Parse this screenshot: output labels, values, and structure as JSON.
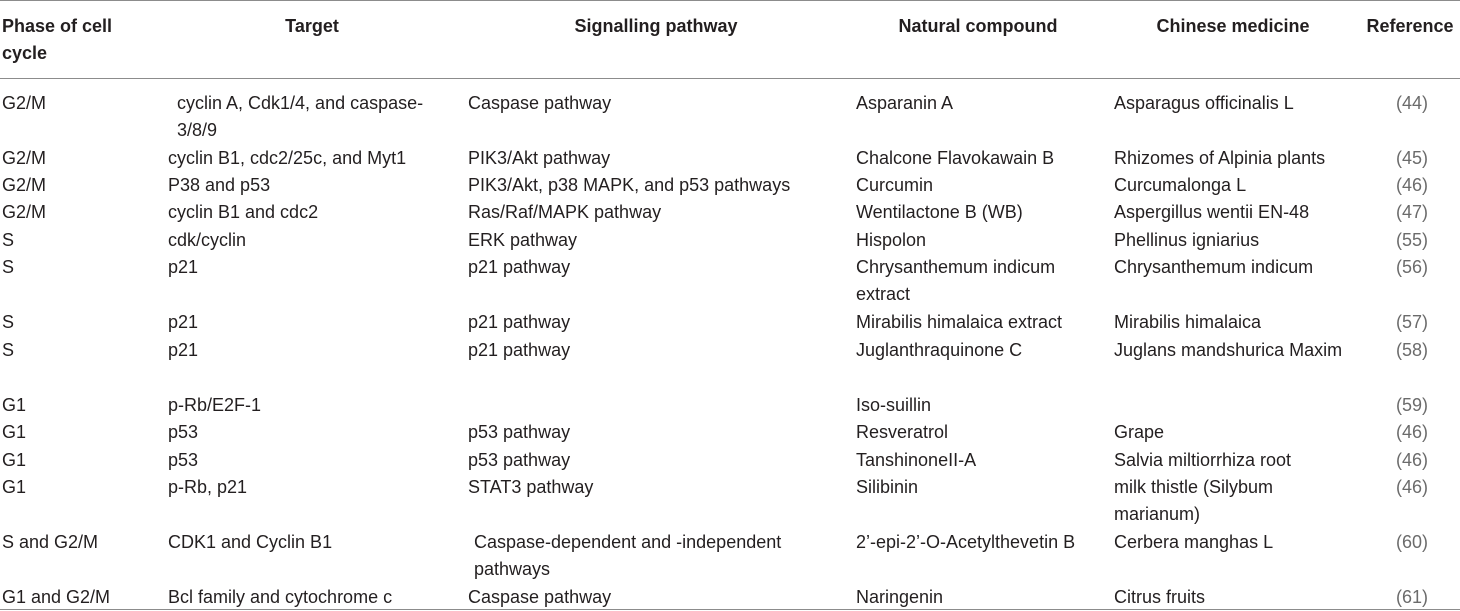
{
  "headers": [
    "Phase of cell cycle",
    "Target",
    "Signalling pathway",
    "Natural compound",
    "Chinese medicine",
    "Reference"
  ],
  "rows": [
    {
      "phase": "G2/M",
      "target": "cyclin A, Cdk1/4, and caspase-3/8/9",
      "pathway": "Caspase pathway",
      "compound": "Asparanin A",
      "medicine": "Asparagus officinalis L",
      "ref": "(44)"
    },
    {
      "phase": "G2/M",
      "target": "cyclin B1, cdc2/25c, and Myt1",
      "pathway": "PIK3/Akt pathway",
      "compound": "Chalcone Flavokawain B",
      "medicine": "Rhizomes of Alpinia plants",
      "ref": "(45)"
    },
    {
      "phase": "G2/M",
      "target": "P38 and p53",
      "pathway": "PIK3/Akt, p38 MAPK, and p53 pathways",
      "compound": "Curcumin",
      "medicine": "Curcumalonga L",
      "ref": "(46)"
    },
    {
      "phase": "G2/M",
      "target": "cyclin B1 and cdc2",
      "pathway": "Ras/Raf/MAPK pathway",
      "compound": "Wentilactone B (WB)",
      "medicine": "Aspergillus wentii EN-48",
      "ref": "(47)"
    },
    {
      "phase": "S",
      "target": "cdk/cyclin",
      "pathway": "ERK pathway",
      "compound": "Hispolon",
      "medicine": "Phellinus igniarius",
      "ref": "(55)"
    },
    {
      "phase": "S",
      "target": "p21",
      "pathway": "p21 pathway",
      "compound": "Chrysanthemum indicum extract",
      "medicine": "Chrysanthemum indicum",
      "ref": "(56)"
    },
    {
      "phase": "S",
      "target": "p21",
      "pathway": "p21 pathway",
      "compound": "Mirabilis himalaica extract",
      "medicine": "Mirabilis himalaica",
      "ref": "(57)"
    },
    {
      "phase": "S",
      "target": "p21",
      "pathway": "p21 pathway",
      "compound": "Juglanthraquinone C",
      "medicine": "Juglans mandshurica Maxim",
      "ref": "(58)"
    },
    {
      "phase": "G1",
      "target": "p-Rb/E2F-1",
      "pathway": "",
      "compound": "Iso-suillin",
      "medicine": "",
      "ref": "(59)"
    },
    {
      "phase": "G1",
      "target": "p53",
      "pathway": "p53 pathway",
      "compound": "Resveratrol",
      "medicine": "Grape",
      "ref": "(46)"
    },
    {
      "phase": "G1",
      "target": "p53",
      "pathway": "p53 pathway",
      "compound": "TanshinoneII-A",
      "medicine": "Salvia miltiorrhiza root",
      "ref": "(46)"
    },
    {
      "phase": "G1",
      "target": "p-Rb, p21",
      "pathway": "STAT3 pathway",
      "compound": "Silibinin",
      "medicine": "milk thistle (Silybum marianum)",
      "ref": "(46)"
    },
    {
      "phase": "S and G2/M",
      "target": "CDK1 and Cyclin B1",
      "pathway": "Caspase-dependent and -independent pathways",
      "compound": "2’-epi-2’-O-Acetylthevetin B",
      "medicine": "Cerbera manghas L",
      "ref": "(60)"
    },
    {
      "phase": "G1 and G2/M",
      "target": "Bcl family and cytochrome c",
      "pathway": "Caspase pathway",
      "compound": "Naringenin",
      "medicine": "Citrus fruits",
      "ref": "(61)"
    }
  ]
}
